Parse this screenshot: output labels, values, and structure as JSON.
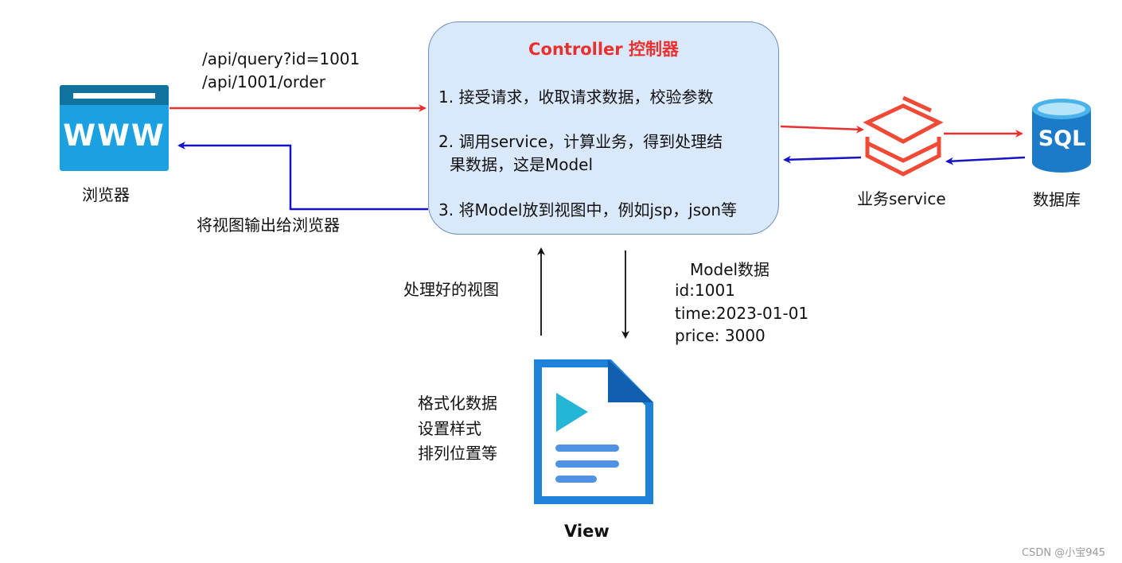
{
  "browser": {
    "label": "浏览器",
    "icon_text": "WWW",
    "icon": "browser-icon"
  },
  "request_paths": [
    "/api/query?id=1001",
    "/api/1001/order"
  ],
  "response_label": "将视图输出给浏览器",
  "controller": {
    "title": "Controller 控制器",
    "steps": [
      "1. 接受请求，收取请求数据，校验参数",
      "2. 调用service，计算业务，得到处理结",
      "果数据，这是Model",
      "3. 将Model放到视图中，例如jsp，json等"
    ]
  },
  "service": {
    "label": "业务service",
    "icon": "layers-icon"
  },
  "database": {
    "label": "数据库",
    "icon_text": "SQL",
    "icon": "database-icon"
  },
  "view_up_label": "处理好的视图",
  "model_data": {
    "title": "Model数据",
    "lines": [
      "id:1001",
      "time:2023-01-01",
      "price: 3000"
    ]
  },
  "view": {
    "notes": [
      "格式化数据",
      "设置样式",
      "排列位置等"
    ],
    "label": "View",
    "icon": "document-play-icon"
  },
  "watermark": "CSDN @小宝945",
  "colors": {
    "request_arrow": "#e8312f",
    "response_arrow": "#1515c4",
    "controller_fill": "#dae8fc",
    "controller_stroke": "#6c8ebf",
    "controller_title": "#e8312f",
    "browser_blue": "#1ba1e2",
    "service_red": "#ef4a35",
    "database_blue": "#1c7bc8",
    "view_blue": "#1e82d8"
  }
}
